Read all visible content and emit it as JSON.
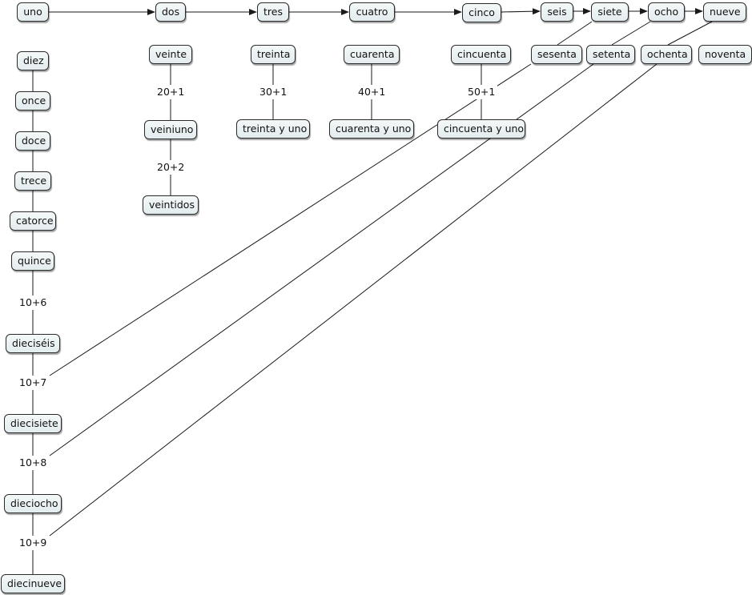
{
  "colors": {
    "line": "#1a1a1a",
    "node_fill": "#e8f0f2",
    "node_border": "#2b2b2b"
  },
  "nodes": {
    "uno": "uno",
    "dos": "dos",
    "tres": "tres",
    "cuatro": "cuatro",
    "cinco": "cinco",
    "seis": "seis",
    "siete": "siete",
    "ocho": "ocho",
    "nueve": "nueve",
    "diez": "diez",
    "once": "once",
    "doce": "doce",
    "trece": "trece",
    "catorce": "catorce",
    "quince": "quince",
    "dieciseis": "dieciséis",
    "diecisiete": "diecisiete",
    "dieciocho": "dieciocho",
    "diecinueve": "diecinueve",
    "veinte": "veinte",
    "veiniuno": "veiniuno",
    "veintidos": "veintidos",
    "treinta": "treinta",
    "treinta_y_uno": "treinta y uno",
    "cuarenta": "cuarenta",
    "cuarenta_y_uno": "cuarenta y uno",
    "cincuenta": "cincuenta",
    "cincuenta_y_uno": "cincuenta y uno",
    "sesenta": "sesenta",
    "setenta": "setenta",
    "ochenta": "ochenta",
    "noventa": "noventa"
  },
  "labels": {
    "l_20_1": "20+1",
    "l_20_2": "20+2",
    "l_30_1": "30+1",
    "l_40_1": "40+1",
    "l_50_1": "50+1",
    "l_10_6": "10+6",
    "l_10_7": "10+7",
    "l_10_8": "10+8",
    "l_10_9": "10+9"
  }
}
